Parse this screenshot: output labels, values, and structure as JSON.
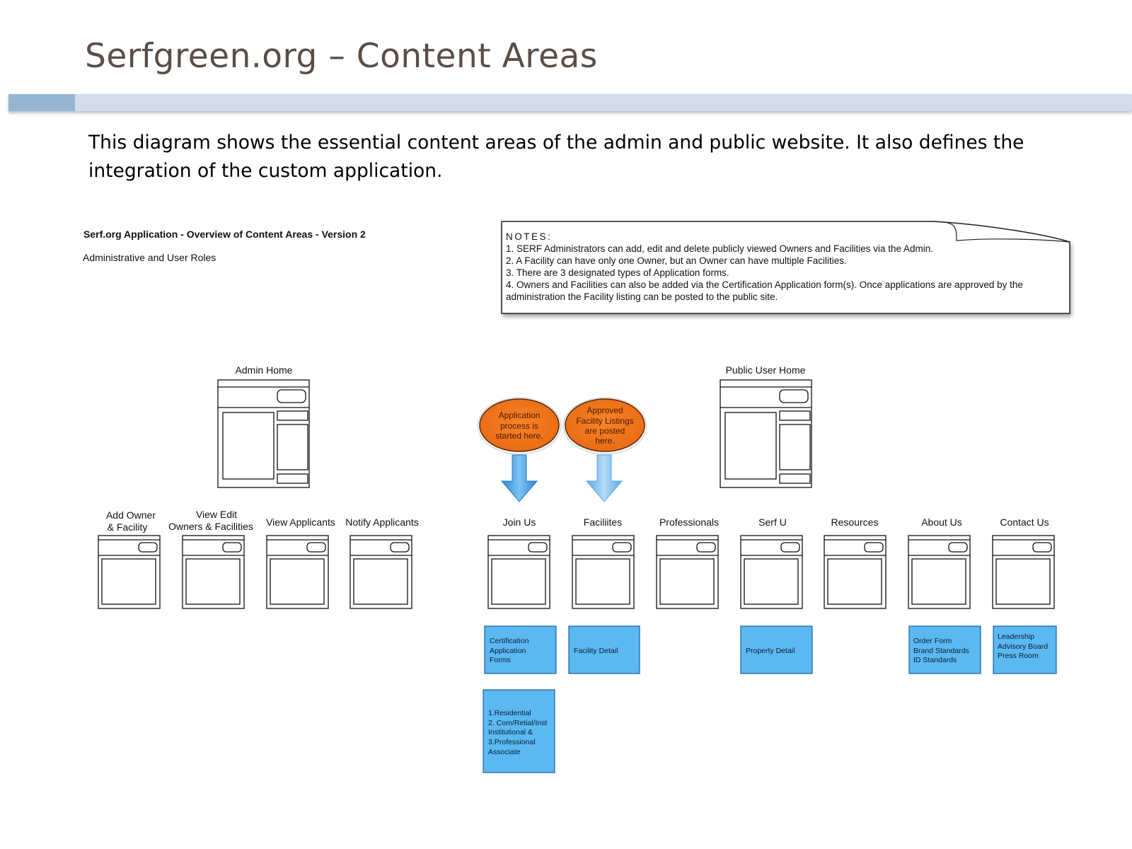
{
  "slide": {
    "title": "Serfgreen.org – Content Areas",
    "intro": "This diagram shows the essential content areas of the admin and public website. It also defines the integration of the custom application."
  },
  "diagram": {
    "heading": "Serf.org Application - Overview of Content Areas  - Version 2",
    "subheading": "Administrative and User Roles",
    "notes": {
      "title": "NOTES:",
      "lines": [
        "1. SERF Administrators can add, edit and delete publicly viewed Owners and Facilities via the Admin.",
        "2. A Facility can have only one Owner, but an Owner can have multiple Facilities.",
        "3. There are 3 designated types of Application forms.",
        "4. Owners and Facilities can also be added via the Certification Application form(s). Once applications are approved by the",
        "administration the Facility listing can be posted to the public site."
      ]
    },
    "homes": [
      {
        "label": "Admin Home"
      },
      {
        "label": "Public User Home"
      }
    ],
    "admin_pages": [
      {
        "label_lines": [
          "Add  Owner",
          "& Facility"
        ]
      },
      {
        "label_lines": [
          "View  Edit",
          "Owners & Facilities"
        ]
      },
      {
        "label_lines": [
          "View Applicants"
        ]
      },
      {
        "label_lines": [
          "Notify Applicants"
        ]
      }
    ],
    "public_pages": [
      {
        "label": "Join Us"
      },
      {
        "label": "Faciliites"
      },
      {
        "label": "Professionals"
      },
      {
        "label": "Serf U"
      },
      {
        "label": "Resources"
      },
      {
        "label": "About Us"
      },
      {
        "label": "Contact Us"
      }
    ],
    "bubbles": [
      {
        "lines": [
          "Application",
          "process is",
          "started here."
        ]
      },
      {
        "lines": [
          "Approved",
          "Facility Listings",
          "are posted",
          "here."
        ]
      }
    ],
    "subpages": [
      {
        "lines": [
          "Certification",
          "Application",
          "Forms"
        ]
      },
      {
        "lines": [
          "Facility  Detail"
        ]
      },
      {
        "lines": [
          "Property Detail"
        ]
      },
      {
        "lines": [
          "Order  Form",
          "Brand  Standards",
          "ID Standards"
        ]
      },
      {
        "lines": [
          "Leadership",
          "Advisory  Board",
          "Press  Room"
        ]
      },
      {
        "lines": [
          "1.Residential",
          "2.  Com/Retial/Inst",
          "Institutional  &",
          "3.Professional",
          "Associate"
        ]
      }
    ],
    "colors": {
      "subpage_fill": "#5bb8f0",
      "subpage_stroke": "#1e5fa6",
      "bubble_fill": "#f47a1f",
      "arrow_fill": "#4fa6e6"
    }
  }
}
